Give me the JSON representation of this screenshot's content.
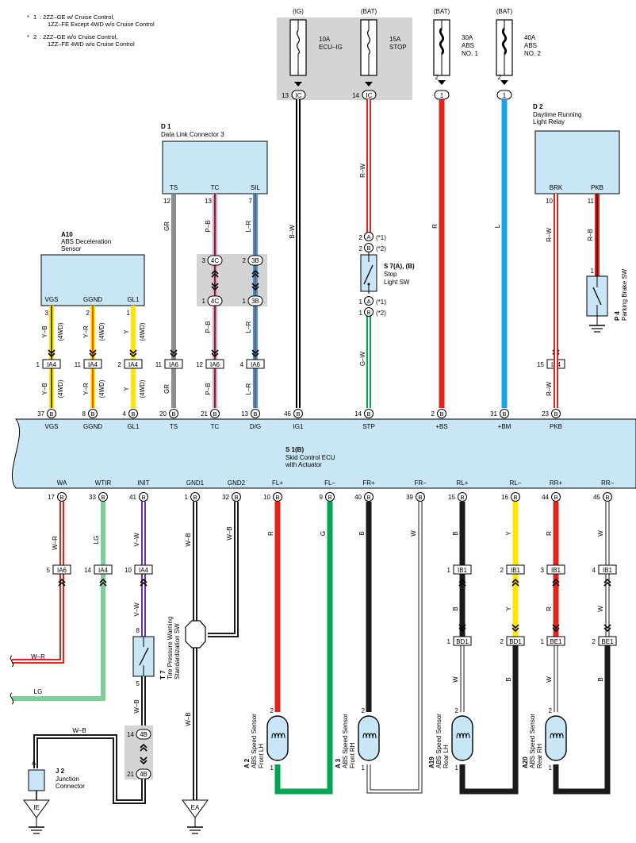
{
  "notes": [
    {
      "mark": "1",
      "line1": ": 2ZZ–GE w/ Cruise Control,",
      "line2": "1ZZ–FE Except 4WD w/o Cruise Control"
    },
    {
      "mark": "2",
      "line1": ": 2ZZ–GE w/o Cruise Control,",
      "line2": "1ZZ–FE 4WD w/o Cruise Control"
    }
  ],
  "fuses": [
    {
      "source": "(IG)",
      "rating": "10A",
      "name1": "ECU–IG",
      "name2": "",
      "pin": "13",
      "conn": "IC"
    },
    {
      "source": "(BAT)",
      "rating": "15A",
      "name1": "STOP",
      "name2": "",
      "pin": "14",
      "conn": "IC"
    },
    {
      "source": "(BAT)",
      "rating": "30A",
      "name1": "ABS",
      "name2": "NO. 1",
      "pin": "2",
      "conn": "1"
    },
    {
      "source": "(BAT)",
      "rating": "40A",
      "name1": "ABS",
      "name2": "NO. 2",
      "pin": "2",
      "conn": "1"
    }
  ],
  "components": {
    "d1": {
      "code": "D 1",
      "name1": "Data Link Connector 3",
      "name2": "",
      "pins": [
        "TS",
        "TC",
        "SIL"
      ],
      "pin_nums": [
        "12",
        "13",
        "7"
      ]
    },
    "a10": {
      "code": "A10",
      "name1": "ABS Deceleration",
      "name2": "Sensor",
      "pins": [
        "VGS",
        "GGND",
        "GL1"
      ],
      "pin_nums": [
        "3",
        "2",
        "1"
      ]
    },
    "d2": {
      "code": "D 2",
      "name1": "Daytime Running",
      "name2": "Light Relay",
      "pins": [
        "BRK",
        "PKB"
      ],
      "pin_nums": [
        "10",
        "11"
      ]
    },
    "s7": {
      "code": "S 7(A), (B)",
      "name1": "Stop",
      "name2": "Light SW"
    },
    "p4": {
      "code": "P 4",
      "name1": "Parking Brake SW"
    },
    "s1": {
      "code": "S 1(B)",
      "name1": "Skid Control ECU",
      "name2": "with Actuator"
    },
    "t7": {
      "code": "T 7",
      "name1": "Tire Pressure Warning",
      "name2": "Standardization SW"
    },
    "a2": {
      "code": "A 2",
      "name1": "ABS Speed Sensor",
      "name2": "Front LH"
    },
    "a3": {
      "code": "A 3",
      "name1": "ABS Speed Sensor",
      "name2": "Front RH"
    },
    "a19": {
      "code": "A19",
      "name1": "ABS Speed Sensor",
      "name2": "Rear LH"
    },
    "a20": {
      "code": "A20",
      "name1": "ABS Speed Sensor",
      "name2": "Rear RH"
    },
    "j2": {
      "code": "J 2",
      "name1": "Junction",
      "name2": "Connector",
      "pin": "A"
    }
  },
  "ecu_top_pins": [
    {
      "label": "VGS",
      "num": "37"
    },
    {
      "label": "GGND",
      "num": "8"
    },
    {
      "label": "GL1",
      "num": "4"
    },
    {
      "label": "TS",
      "num": "20"
    },
    {
      "label": "TC",
      "num": "21"
    },
    {
      "label": "D/G",
      "num": "13"
    },
    {
      "label": "IG1",
      "num": "46"
    },
    {
      "label": "STP",
      "num": "14"
    },
    {
      "label": "+BS",
      "num": "2"
    },
    {
      "label": "+BM",
      "num": "31"
    },
    {
      "label": "PKB",
      "num": "23"
    }
  ],
  "ecu_bottom_pins": [
    {
      "label": "WA",
      "num": "17"
    },
    {
      "label": "WTIR",
      "num": "33"
    },
    {
      "label": "INIT",
      "num": "41"
    },
    {
      "label": "GND1",
      "num": "1"
    },
    {
      "label": "GND2",
      "num": "32"
    },
    {
      "label": "FL+",
      "num": "10"
    },
    {
      "label": "FL–",
      "num": "9"
    },
    {
      "label": "FR+",
      "num": "40"
    },
    {
      "label": "FR–",
      "num": "39"
    },
    {
      "label": "RL+",
      "num": "15"
    },
    {
      "label": "RL–",
      "num": "16"
    },
    {
      "label": "RR+",
      "num": "44"
    },
    {
      "label": "RR–",
      "num": "45"
    }
  ],
  "connector_ecu": "B",
  "wire_colors": {
    "Y_B": "Y–B",
    "Y_R": "Y–R",
    "Y": "Y",
    "GR": "GR",
    "P_B": "P–B",
    "L_R": "L–R",
    "B_W": "B–W",
    "R_W": "R–W",
    "G_W": "G–W",
    "R": "R",
    "L": "L",
    "R_B": "R–B",
    "W_R": "W–R",
    "LG": "LG",
    "V_W": "V–W",
    "W_B": "W–B",
    "G": "G",
    "B": "B",
    "W": "W",
    "wd4": "(4WD)"
  },
  "conn_labels": {
    "IA4": "IA4",
    "IA6": "IA6",
    "IB1": "IB1",
    "BD1": "BD1",
    "BE1": "BE1",
    "4C": "4C",
    "3B": "3B",
    "4B": "4B",
    "A": "A",
    "B": "B",
    "IE": "IE",
    "EA": "EA"
  },
  "s7_pins": [
    {
      "num": "2",
      "conn": "A",
      "note": "(*1)"
    },
    {
      "num": "2",
      "conn": "B",
      "note": "(*2)"
    },
    {
      "num": "1",
      "conn": "A",
      "note": "(*1)"
    },
    {
      "num": "1",
      "conn": "B",
      "note": "(*2)"
    }
  ],
  "colors": {
    "box_fill": "#c8e6f5",
    "shade": "#d4d4d4",
    "red": "#e2231a",
    "blue": "#1aa3e8",
    "green": "#00a651",
    "yellow": "#ffe600",
    "pink": "#f49ac1",
    "purple": "#7030a0",
    "gray": "#8c8c8c",
    "lightgreen": "#7fcf9e",
    "black": "#1a1a1a"
  }
}
